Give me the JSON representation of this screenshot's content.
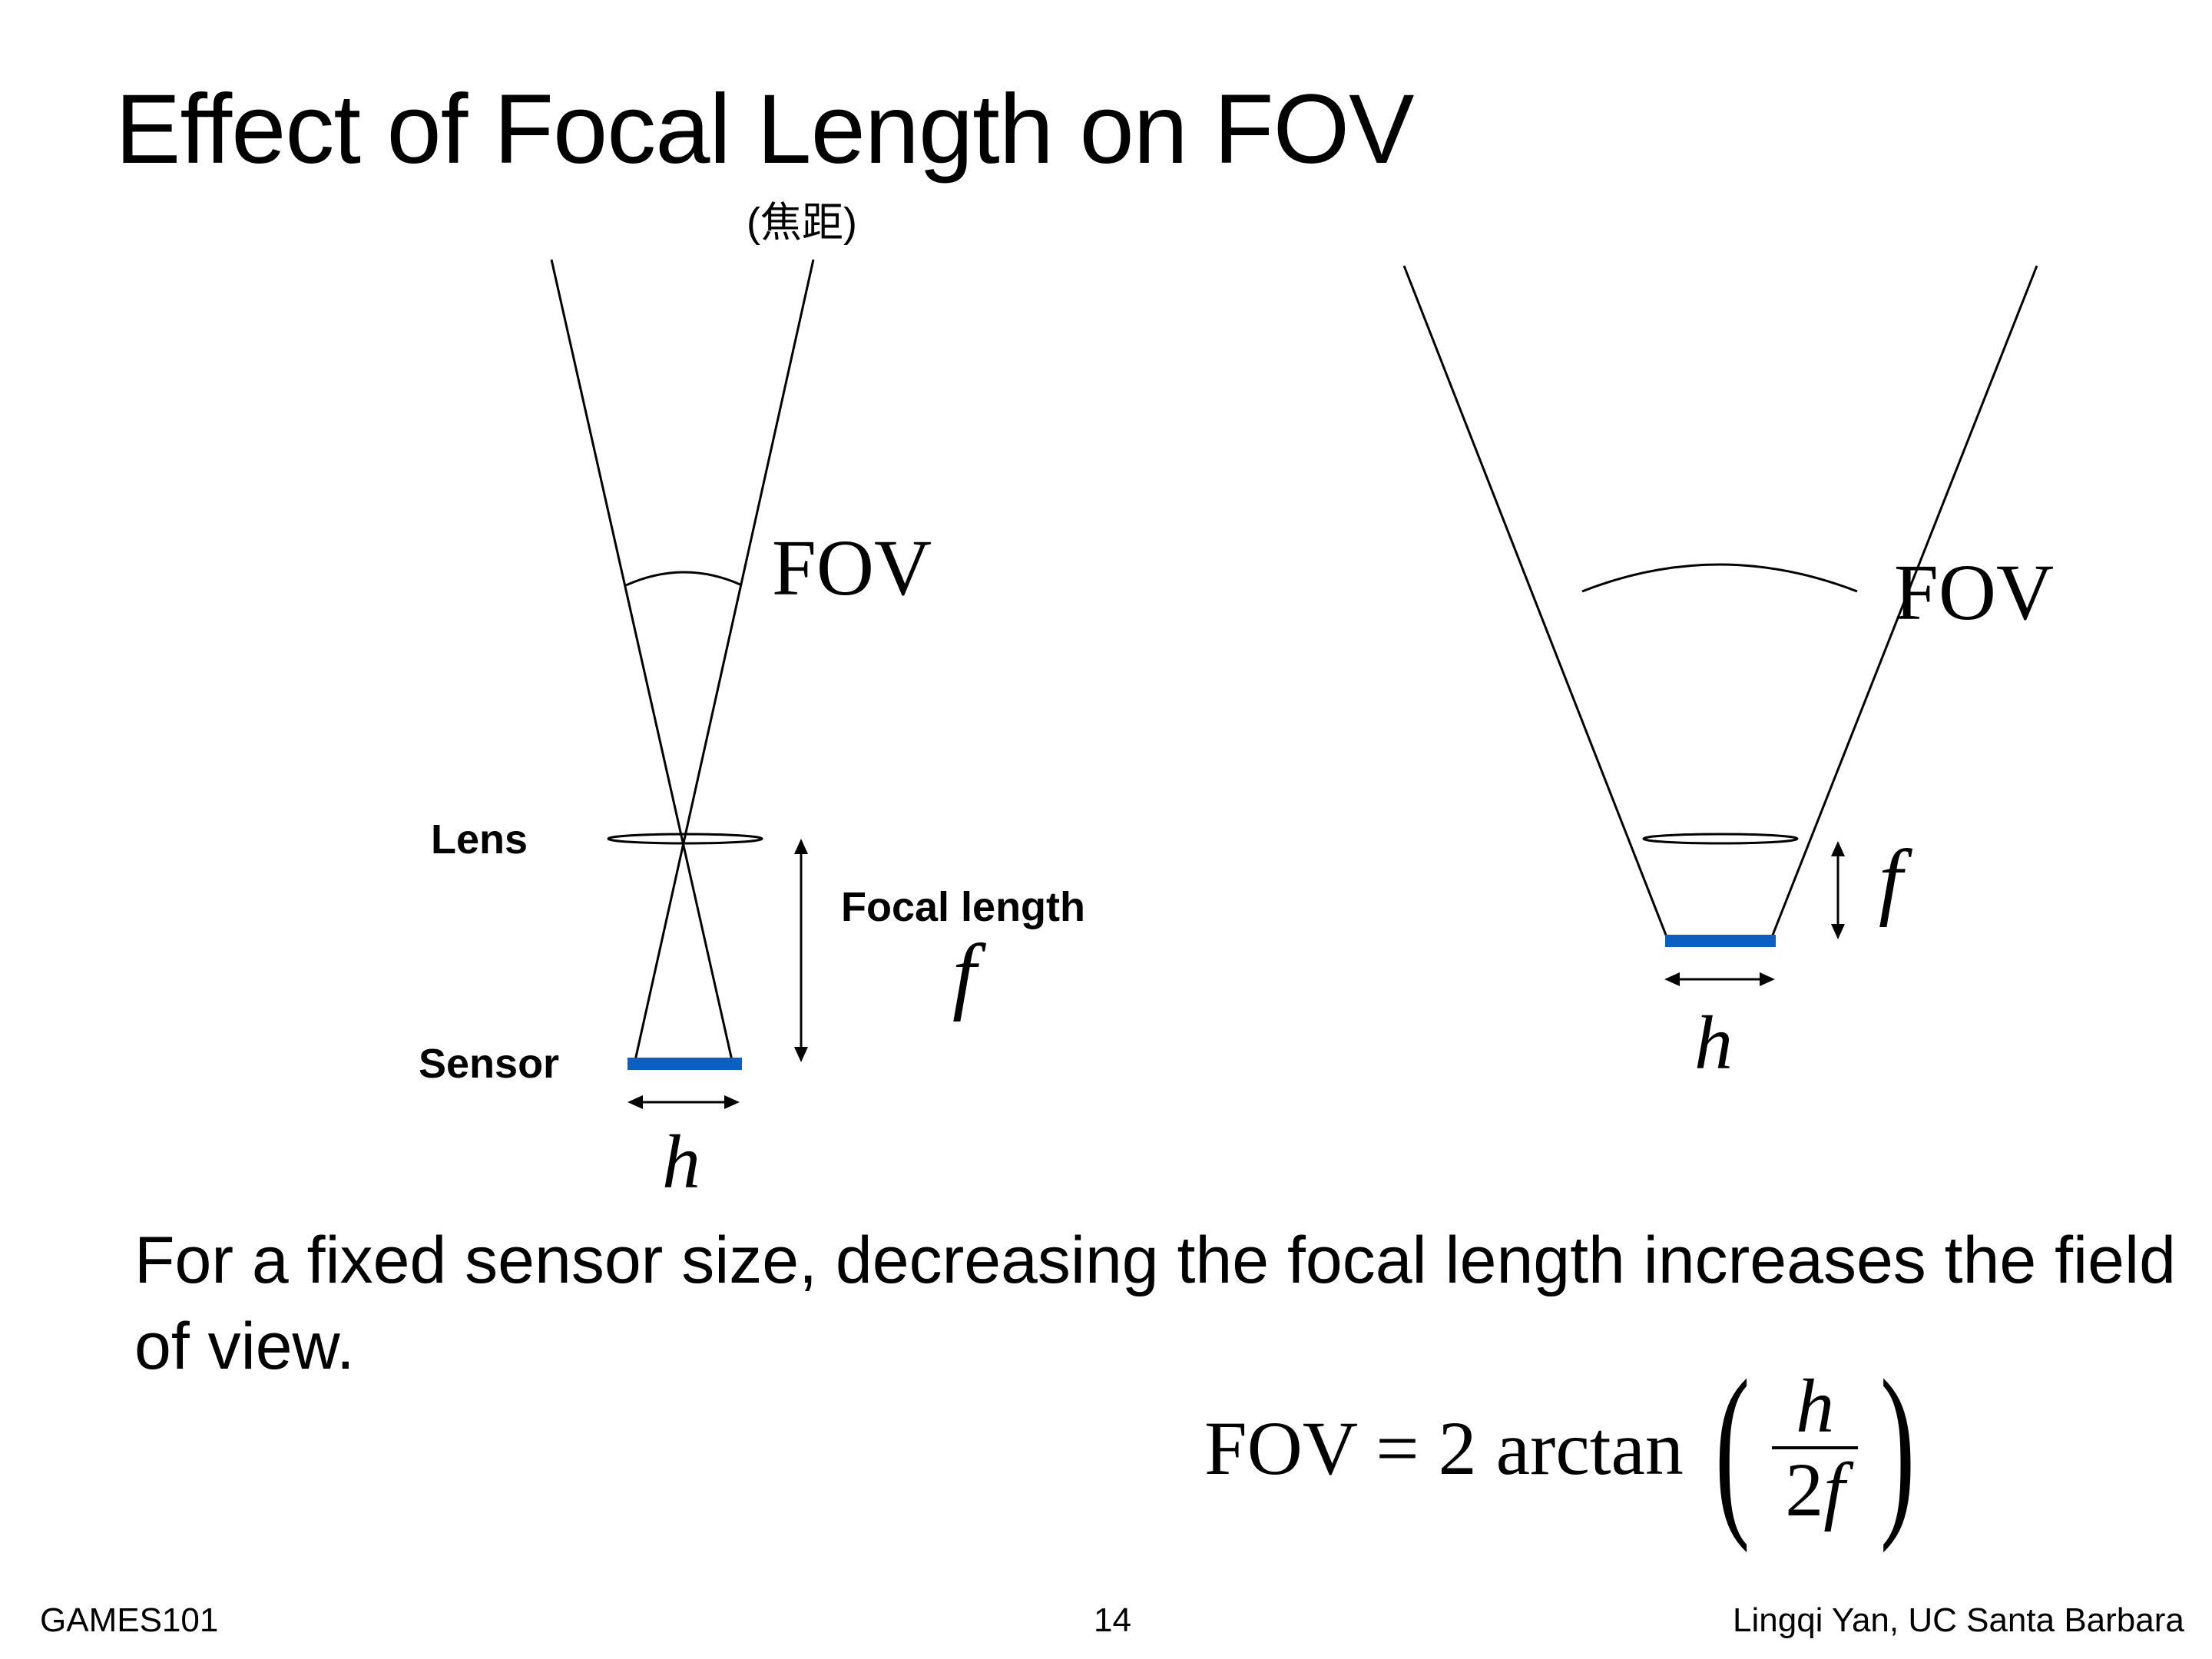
{
  "title": "Effect of Focal Length on FOV",
  "title_note": "(焦距)",
  "left_diagram": {
    "lens_label": "Lens",
    "focal_label": "Focal length",
    "focal_symbol": "f",
    "sensor_label": "Sensor",
    "sensor_symbol": "h",
    "fov_label": "FOV"
  },
  "right_diagram": {
    "focal_symbol": "f",
    "sensor_symbol": "h",
    "fov_label": "FOV"
  },
  "caption": "For a fixed sensor size, decreasing the focal length increases the field of view.",
  "formula": {
    "lhs": "FOV = 2 arctan",
    "numerator": "h",
    "denominator": "2f",
    "open_paren": "(",
    "close_paren": ")"
  },
  "footer": {
    "left": "GAMES101",
    "page_number": "14",
    "right": "Lingqi Yan, UC Santa Barbara"
  },
  "colors": {
    "sensor": "#0a5fc2",
    "line": "#000000"
  }
}
